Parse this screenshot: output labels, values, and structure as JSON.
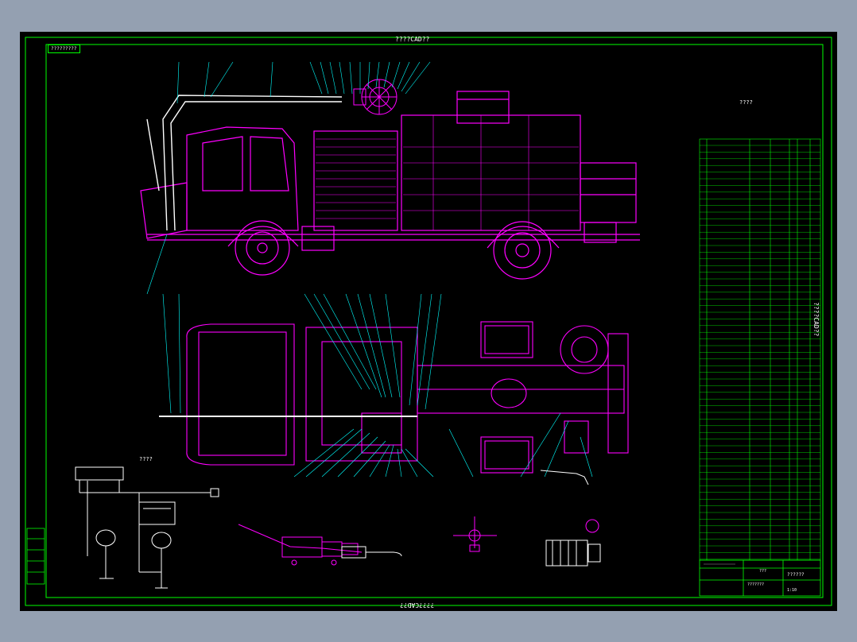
{
  "frame_text": {
    "top": "????CAD??",
    "bottom": "????CAD??",
    "side": "????CAD??",
    "corner": "?????????"
  },
  "notes": {
    "tech": "????",
    "diagram": "????"
  },
  "title_block": {
    "name": "??????",
    "model": "???????",
    "company": "???",
    "scale": "1:10"
  },
  "colors": {
    "background": "#000000",
    "page": "#94a0b1",
    "frame": "#00ff00",
    "vehicle": "#ff00ff",
    "hose": "#ffffff",
    "leader": "#00ffff",
    "table": "#00ff00"
  }
}
